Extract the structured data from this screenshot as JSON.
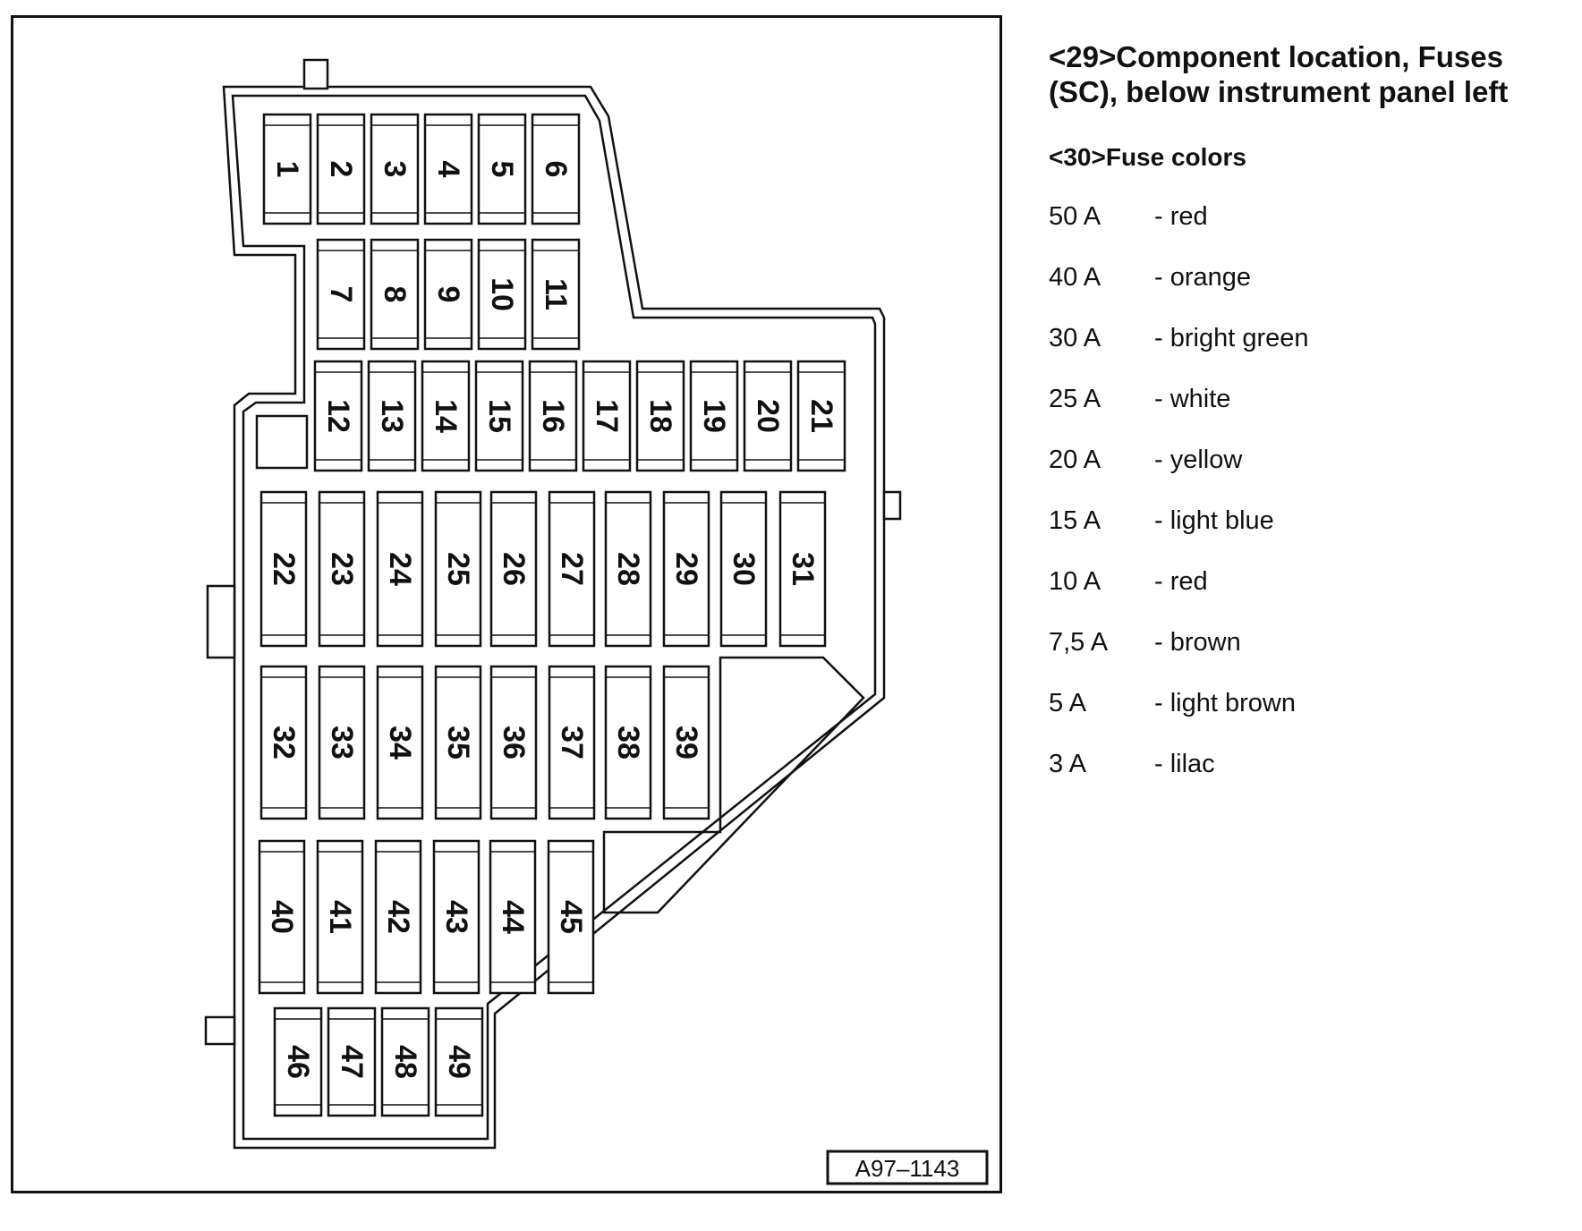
{
  "header": {
    "title": "<29>Component location, Fuses (SC), below instrument panel left",
    "subtitle": "<30>Fuse colors"
  },
  "fuse_colors": [
    {
      "amp": "50 A",
      "color": "- red"
    },
    {
      "amp": "40 A",
      "color": "- orange"
    },
    {
      "amp": "30 A",
      "color": "- bright green"
    },
    {
      "amp": "25 A",
      "color": "- white"
    },
    {
      "amp": "20 A",
      "color": "- yellow"
    },
    {
      "amp": "15 A",
      "color": "- light blue"
    },
    {
      "amp": "10 A",
      "color": "- red"
    },
    {
      "amp": "7,5 A",
      "color": "- brown"
    },
    {
      "amp": "5 A",
      "color": "- light brown"
    },
    {
      "amp": "3 A",
      "color": "- lilac"
    }
  ],
  "fuse_rows": [
    [
      "1",
      "2",
      "3",
      "4",
      "5",
      "6"
    ],
    [
      "7",
      "8",
      "9",
      "10",
      "11"
    ],
    [
      "12",
      "13",
      "14",
      "15",
      "16",
      "17",
      "18",
      "19",
      "20",
      "21"
    ],
    [
      "22",
      "23",
      "24",
      "25",
      "26",
      "27",
      "28",
      "29",
      "30",
      "31"
    ],
    [
      "32",
      "33",
      "34",
      "35",
      "36",
      "37",
      "38",
      "39"
    ],
    [
      "40",
      "41",
      "42",
      "43",
      "44",
      "45"
    ],
    [
      "46",
      "47",
      "48",
      "49"
    ]
  ],
  "figure_ref": "A97–1143"
}
